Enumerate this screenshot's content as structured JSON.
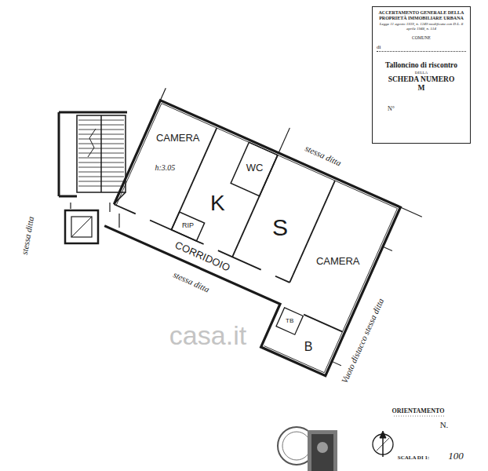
{
  "diagram": {
    "nodes": [
      {
        "text": [
          "ACCERTAMENTO GENERALE DELLA PROPRIETÀ IMMOBILIARE URBANA",
          "Legge 11 agosto 1939, n. 1249 modificata con D.L. 8 aprile 1948, n. 514",
          "COMUNE",
          "di",
          "Talloncino di riscontro",
          "DELLA",
          "SCHEDA NUMERO",
          "M",
          "N°"
        ]
      }
    ],
    "labels": [
      "CAMERA",
      "h:3.05",
      "WC",
      "K",
      "RIP",
      "S",
      "CORRIDOIO",
      "CAMERA",
      "TB",
      "B",
      "stessa ditta",
      "stessa ditta",
      "stessa ditta",
      "Vuoto distacco stessa ditta",
      "casa.it",
      "ORIENTAMENTO",
      "N.",
      "SCALA DI 1:",
      "100"
    ]
  }
}
